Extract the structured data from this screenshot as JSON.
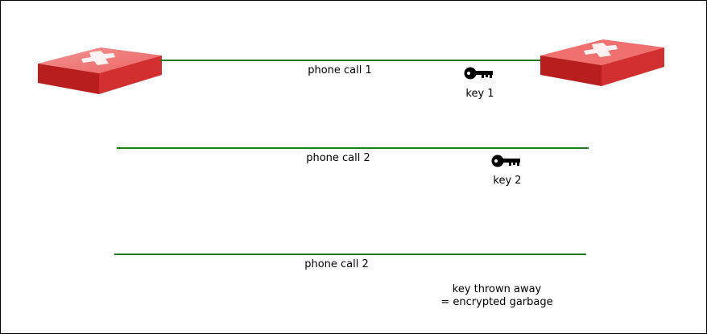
{
  "diagram": {
    "call1": {
      "label": "phone call 1",
      "key_label": "key 1"
    },
    "call2": {
      "label": "phone call 2",
      "key_label": "key 2"
    },
    "call3": {
      "label": "phone call 2",
      "note_line1": "key thrown away",
      "note_line2": "= encrypted garbage"
    },
    "colors": {
      "line": "#1f7a1f",
      "device_top": "#e85a5a",
      "device_side": "#b81e1e",
      "key": "#000000"
    },
    "icons": {
      "device": "encrypted-phone-device-icon",
      "key": "key-icon"
    }
  }
}
